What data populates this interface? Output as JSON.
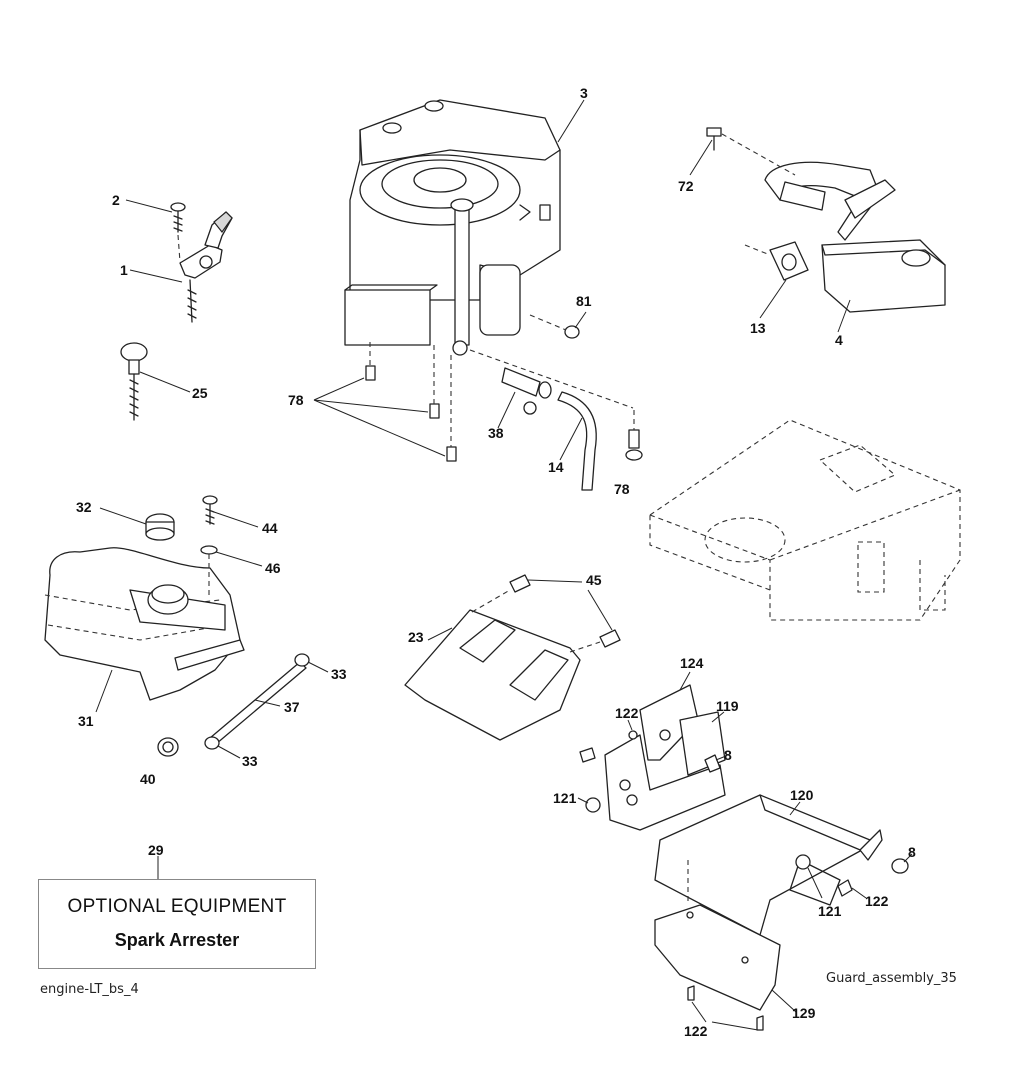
{
  "callouts": {
    "c1": "1",
    "c2": "2",
    "c3": "3",
    "c4": "4",
    "c8a": "8",
    "c8b": "8",
    "c13": "13",
    "c14": "14",
    "c23": "23",
    "c25": "25",
    "c29": "29",
    "c31": "31",
    "c32": "32",
    "c33a": "33",
    "c33b": "33",
    "c37": "37",
    "c38": "38",
    "c40": "40",
    "c44": "44",
    "c45": "45",
    "c46": "46",
    "c72": "72",
    "c78a": "78",
    "c78b": "78",
    "c81": "81",
    "c119": "119",
    "c120": "120",
    "c121a": "121",
    "c121b": "121",
    "c122a": "122",
    "c122b": "122",
    "c122c": "122",
    "c124": "124",
    "c129": "129"
  },
  "optional_box": {
    "title": "OPTIONAL EQUIPMENT",
    "subtitle": "Spark Arrester"
  },
  "footer": {
    "left_label": "engine-LT_bs_4",
    "right_label": "Guard_assembly_35"
  }
}
